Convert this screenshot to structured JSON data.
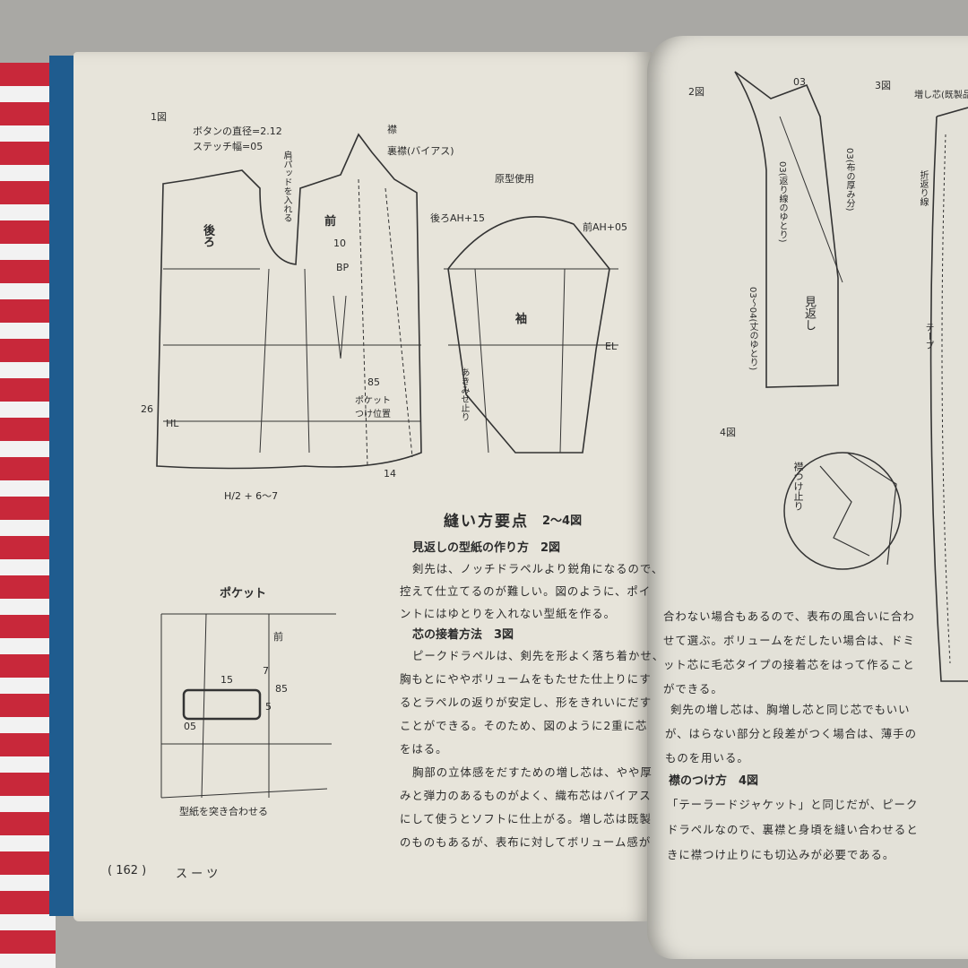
{
  "left_page": {
    "figure1": {
      "label": "1図",
      "button_diameter": "ボタンの直径=2.12",
      "stitch_width": "ステッチ幅=05",
      "back": "後ろ",
      "front": "前",
      "collar": "襟",
      "under_collar": "裏襟(バイアス)",
      "shoulder_pad": "肩パッドを入れる",
      "pocket_position": "ポケットつけ位置",
      "hl": "HL",
      "measure": "H/2 + 6〜7",
      "bp": "BP",
      "n26": "26",
      "n10": "10",
      "n85": "85",
      "n14": "14"
    },
    "sleeve": {
      "label": "原型使用",
      "sleeve": "袖",
      "back_ah": "後ろAH+15",
      "front_ah": "前AH+05",
      "el": "EL",
      "vent": "あきみせ止り"
    },
    "pocket": {
      "title": "ポケット",
      "front": "前",
      "n15": "15",
      "n7": "7",
      "n85": "85",
      "n5": "5",
      "n05": "05",
      "caption": "型紙を突き合わせる"
    },
    "footer": {
      "page": "( 162 )",
      "section": "ス ー ツ"
    },
    "text": {
      "heading": "縫い方要点",
      "heading_ref": "2〜4図",
      "sub1": "見返しの型紙の作り方　2図",
      "para1": [
        "剣先は、ノッチドラペルより鋭角になるので、",
        "控えて仕立てるのが難しい。図のように、ポイ",
        "ントにはゆとりを入れない型紙を作る。"
      ],
      "sub2": "芯の接着方法　3図",
      "para2": [
        "ピークドラペルは、剣先を形よく落ち着かせ、",
        "胸もとにややボリュームをもたせた仕上りにす",
        "るとラペルの返りが安定し、形をきれいにだす",
        "ことができる。そのため、図のように2重に芯",
        "をはる。"
      ],
      "para3": [
        "胸部の立体感をだすための増し芯は、やや厚",
        "みと弾力のあるものがよく、織布芯はバイアス",
        "にして使うとソフトに仕上がる。増し芯は既製",
        "のものもあるが、表布に対してボリューム感が"
      ]
    }
  },
  "right_page": {
    "fig2": {
      "label": "2図",
      "facing": "見返し",
      "n03": "03",
      "note1": "03(布の厚み分)",
      "note2": "03(返り線のゆとり)",
      "note3": "03〜04(丈のゆとり)"
    },
    "fig3": {
      "label": "3図",
      "note1": "増し芯(既製品)",
      "note2": "折返り線",
      "note3": "テープ"
    },
    "fig4": {
      "label": "4図",
      "note": "襟つけ止り"
    },
    "text": {
      "para1": [
        "合わない場合もあるので、表布の風合いに合わ",
        "せて選ぶ。ボリュームをだしたい場合は、ドミ",
        "ット芯に毛芯タイプの接着芯をはって作ること",
        "ができる。"
      ],
      "para2": [
        "剣先の増し芯は、胸増し芯と同じ芯でもいい",
        "が、はらない部分と段差がつく場合は、薄手の",
        "ものを用いる。"
      ],
      "sub": "襟のつけ方　4図",
      "para3": [
        "「テーラードジャケット」と同じだが、ピーク",
        "ドラペルなので、裏襟と身頃を縫い合わせると",
        "きに襟つけ止りにも切込みが必要である。"
      ]
    }
  },
  "colors": {
    "paper": "#e7e4da",
    "ink": "#2b2b2b",
    "stripe_red": "#c8283a",
    "cover_blue": "#1f5c8f",
    "floor": "#a9a8a4"
  }
}
